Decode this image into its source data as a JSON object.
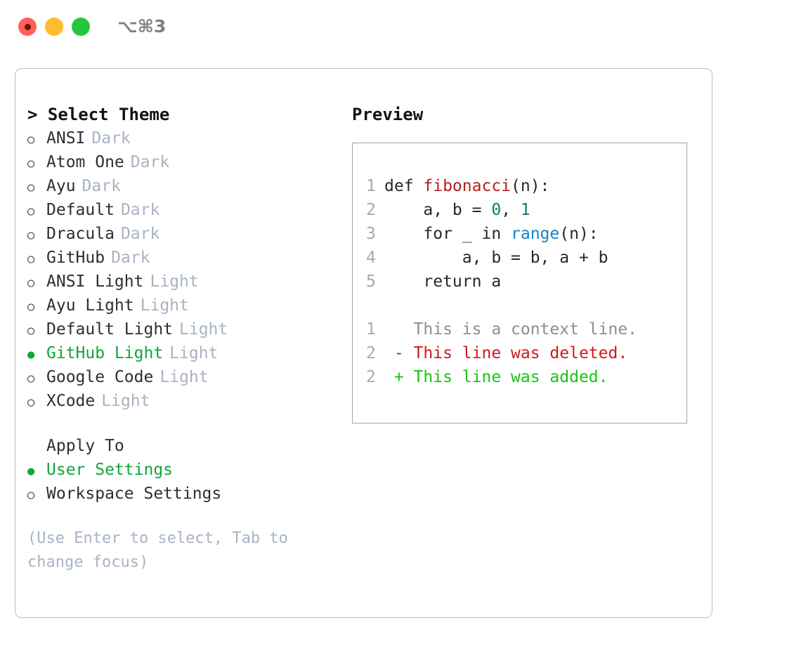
{
  "titlebar": {
    "shortcut": "⌥⌘3",
    "lights": [
      {
        "name": "close",
        "color": "#ff6058"
      },
      {
        "name": "minimize",
        "color": "#ffbd2e"
      },
      {
        "name": "maximize",
        "color": "#24c63e"
      }
    ]
  },
  "theme_picker": {
    "header": "> Select Theme",
    "items": [
      {
        "marker": "○",
        "label": "ANSI",
        "variant": "Dark",
        "selected": false
      },
      {
        "marker": "○",
        "label": "Atom One",
        "variant": "Dark",
        "selected": false
      },
      {
        "marker": "○",
        "label": "Ayu",
        "variant": "Dark",
        "selected": false
      },
      {
        "marker": "○",
        "label": "Default",
        "variant": "Dark",
        "selected": false
      },
      {
        "marker": "○",
        "label": "Dracula",
        "variant": "Dark",
        "selected": false
      },
      {
        "marker": "○",
        "label": "GitHub",
        "variant": "Dark",
        "selected": false
      },
      {
        "marker": "○",
        "label": "ANSI Light",
        "variant": "Light",
        "selected": false
      },
      {
        "marker": "○",
        "label": "Ayu Light",
        "variant": "Light",
        "selected": false
      },
      {
        "marker": "○",
        "label": "Default Light",
        "variant": "Light",
        "selected": false
      },
      {
        "marker": "●",
        "label": "GitHub Light",
        "variant": "Light",
        "selected": true
      },
      {
        "marker": "○",
        "label": "Google Code",
        "variant": "Light",
        "selected": false
      },
      {
        "marker": "○",
        "label": "XCode",
        "variant": "Light",
        "selected": false
      }
    ]
  },
  "apply_to": {
    "title": "Apply To",
    "items": [
      {
        "marker": "●",
        "label": "User Settings",
        "selected": true
      },
      {
        "marker": "○",
        "label": "Workspace Settings",
        "selected": false
      }
    ]
  },
  "hint": "(Use Enter to select, Tab to change focus)",
  "preview": {
    "title": "Preview",
    "code_lines": [
      {
        "ln": "1",
        "parts": [
          {
            "text": "def ",
            "token": "plain"
          },
          {
            "text": "fibonacci",
            "token": "fn"
          },
          {
            "text": "(n):",
            "token": "plain"
          }
        ]
      },
      {
        "ln": "2",
        "parts": [
          {
            "text": "    a, b = ",
            "token": "plain"
          },
          {
            "text": "0",
            "token": "num"
          },
          {
            "text": ", ",
            "token": "plain"
          },
          {
            "text": "1",
            "token": "num"
          }
        ]
      },
      {
        "ln": "3",
        "parts": [
          {
            "text": "    for _ in ",
            "token": "plain"
          },
          {
            "text": "range",
            "token": "call"
          },
          {
            "text": "(n):",
            "token": "plain"
          }
        ]
      },
      {
        "ln": "4",
        "parts": [
          {
            "text": "        a, b = b, a + b",
            "token": "plain"
          }
        ]
      },
      {
        "ln": "5",
        "parts": [
          {
            "text": "    return a",
            "token": "plain"
          }
        ]
      }
    ],
    "diff_lines": [
      {
        "ln": "1",
        "text": "   This is a context line.",
        "kind": "ctx"
      },
      {
        "ln": "2",
        "text": " - This line was deleted.",
        "kind": "del"
      },
      {
        "ln": "2",
        "text": " + This line was added.",
        "kind": "add"
      }
    ]
  },
  "colors": {
    "selected_green": "#11a63c",
    "muted": "#a9b3c3",
    "border": "#b6bfcc",
    "preview_border": "#9aa5b1",
    "token_function": "#b3211f",
    "token_number": "#0b7a75",
    "token_call": "#1585c7",
    "diff_context": "#8a8f96",
    "diff_deleted": "#d01919",
    "diff_added": "#15c415",
    "line_number": "#a0abb8"
  }
}
